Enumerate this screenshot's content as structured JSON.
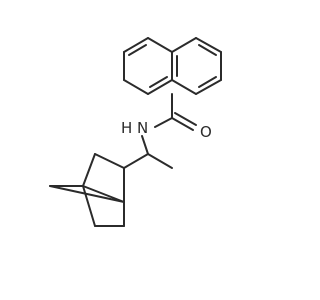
{
  "molecule": {
    "atoms": {
      "nitrogen": "N",
      "hydrogen": "H",
      "oxygen": "O"
    }
  },
  "colors": {
    "bond": "#2b2b2b",
    "background": "#ffffff"
  }
}
